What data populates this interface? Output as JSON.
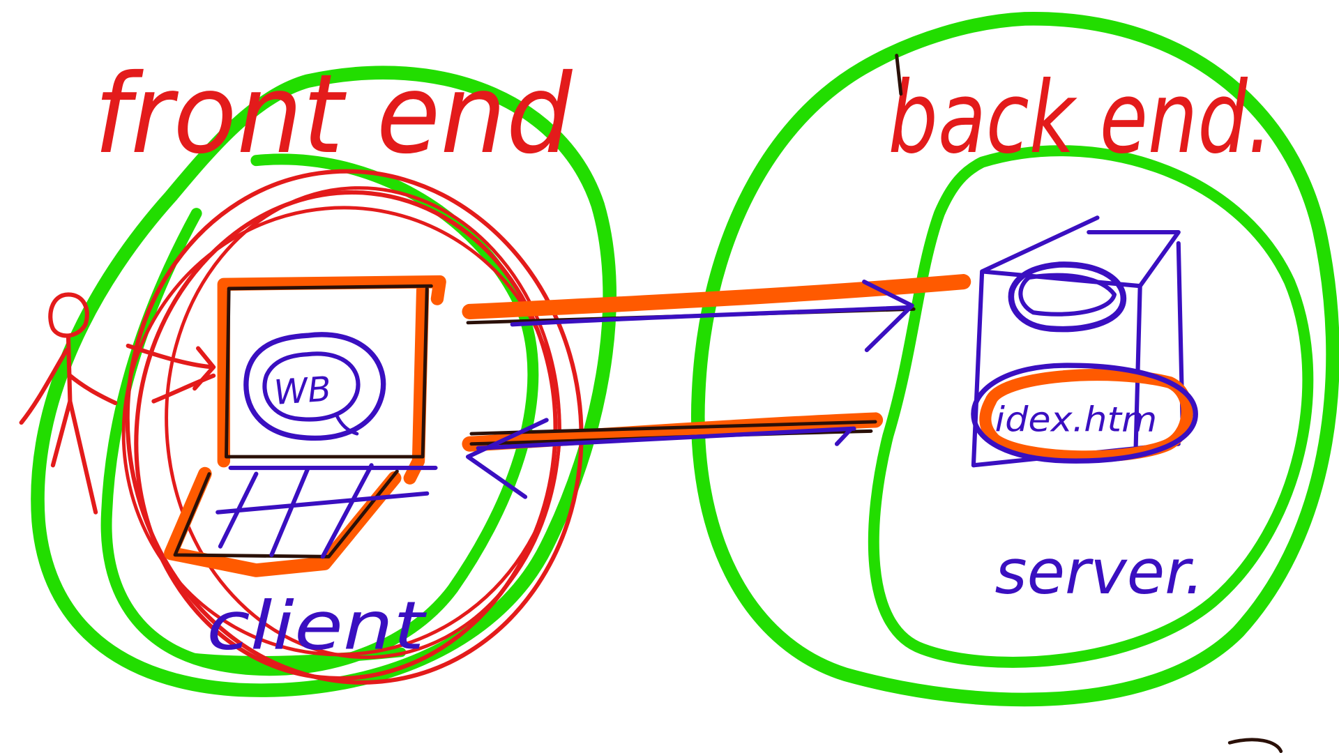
{
  "labels": {
    "front_end": "front end",
    "back_end": "back end.",
    "client": "client",
    "server": "server.",
    "web_browser": "WB",
    "index_file": "idex.htm"
  },
  "colors": {
    "boundary_green": "#22dd00",
    "annotation_red": "#e31b1b",
    "device_orange": "#ff5a00",
    "detail_purple": "#3a0fc0",
    "outline_dark": "#2a1008",
    "background": "#ffffff"
  },
  "icons": [
    "stick-figure-user-icon",
    "laptop-icon",
    "server-box-icon",
    "request-arrow-icon",
    "response-arrow-icon"
  ]
}
